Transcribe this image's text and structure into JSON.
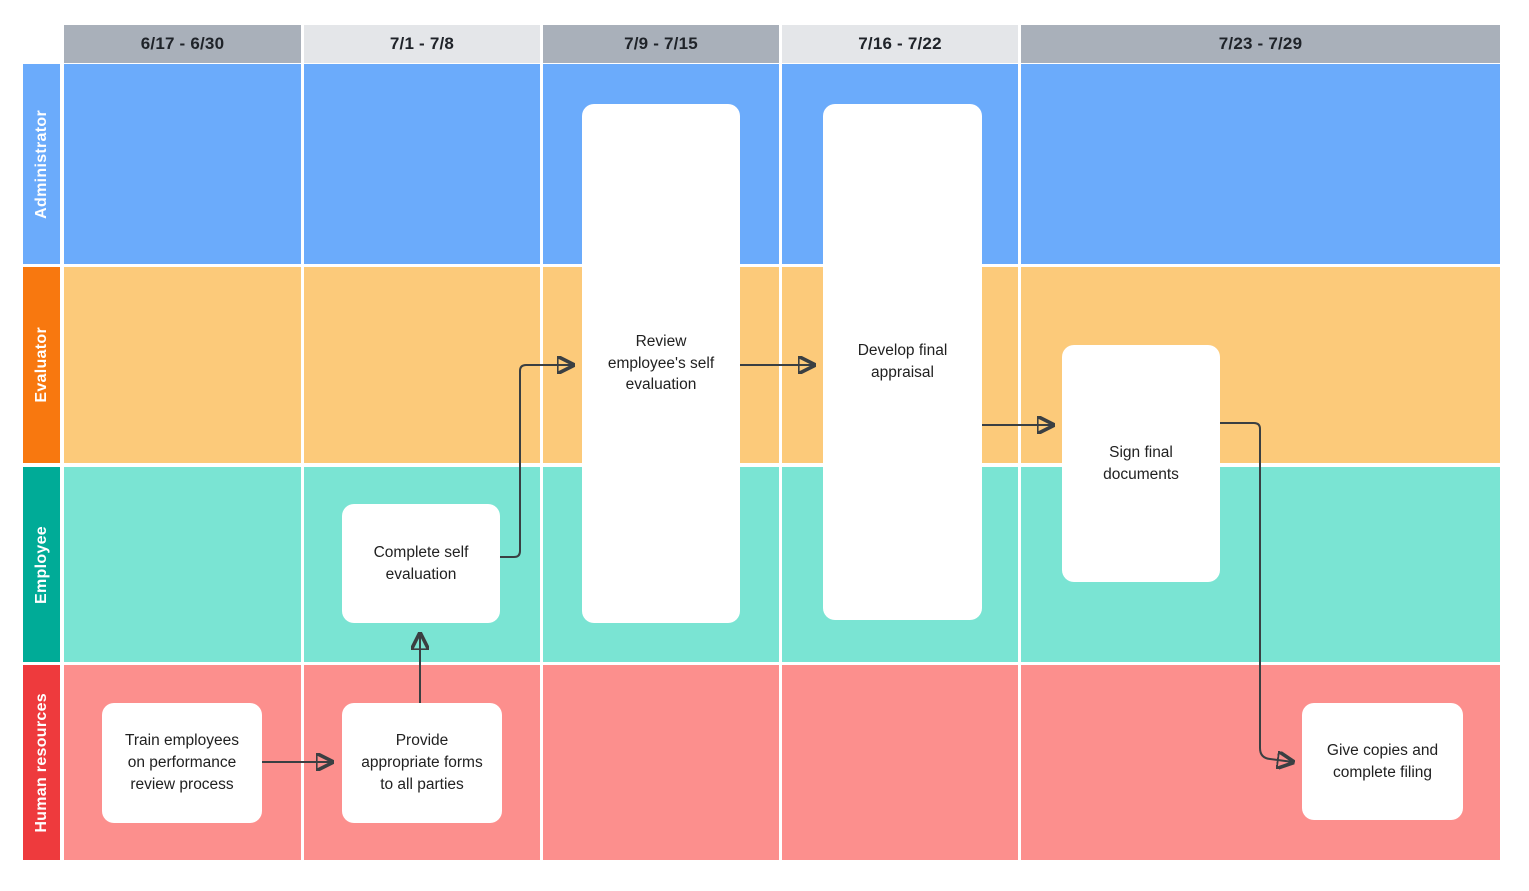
{
  "diagram": {
    "type": "swimlane-process",
    "subject": "Performance review process timeline"
  },
  "header": {
    "columns": [
      {
        "label": "6/17 - 6/30",
        "shade": "dark"
      },
      {
        "label": "7/1 - 7/8",
        "shade": "light"
      },
      {
        "label": "7/9 - 7/15",
        "shade": "dark"
      },
      {
        "label": "7/16 - 7/22",
        "shade": "light"
      },
      {
        "label": "7/23 - 7/29",
        "shade": "dark"
      }
    ],
    "colors": {
      "dark": "#a9b0ba",
      "light": "#e4e6e9",
      "text": "#1f2329"
    }
  },
  "lanes": [
    {
      "label": "Administrator",
      "label_color": "#6babfb",
      "lane_color": "#6babfb"
    },
    {
      "label": "Evaluator",
      "label_color": "#f8780f",
      "lane_color": "#fcca7a"
    },
    {
      "label": "Employee",
      "label_color": "#00ab97",
      "lane_color": "#7ae4d3"
    },
    {
      "label": "Human resources",
      "label_color": "#ee3a3d",
      "lane_color": "#fc8f8d"
    }
  ],
  "tasks": [
    {
      "id": "train",
      "label": "Train employees on performance review process",
      "lanes": [
        "Human resources"
      ],
      "column": "6/17 - 6/30"
    },
    {
      "id": "provide",
      "label": "Provide appropriate forms to all parties",
      "lanes": [
        "Human resources"
      ],
      "column": "7/1 - 7/8"
    },
    {
      "id": "complete",
      "label": "Complete self evaluation",
      "lanes": [
        "Employee"
      ],
      "column": "7/1 - 7/8"
    },
    {
      "id": "review",
      "label": "Review employee's self evaluation",
      "lanes": [
        "Administrator",
        "Evaluator",
        "Employee"
      ],
      "column": "7/9 - 7/15"
    },
    {
      "id": "develop",
      "label": "Develop final appraisal",
      "lanes": [
        "Administrator",
        "Evaluator",
        "Employee"
      ],
      "column": "7/16 - 7/22"
    },
    {
      "id": "sign",
      "label": "Sign final documents",
      "lanes": [
        "Evaluator",
        "Employee"
      ],
      "column": "7/23 - 7/29"
    },
    {
      "id": "give",
      "label": "Give copies and complete filing",
      "lanes": [
        "Human resources"
      ],
      "column": "7/23 - 7/29"
    }
  ],
  "connections": [
    {
      "from": "train",
      "to": "provide"
    },
    {
      "from": "provide",
      "to": "complete"
    },
    {
      "from": "complete",
      "to": "review"
    },
    {
      "from": "review",
      "to": "develop"
    },
    {
      "from": "develop",
      "to": "sign"
    },
    {
      "from": "sign",
      "to": "give"
    }
  ],
  "style": {
    "card_background": "#ffffff",
    "card_text": "#212121",
    "arrow_color": "#3a3f42",
    "background": "#ffffff"
  }
}
